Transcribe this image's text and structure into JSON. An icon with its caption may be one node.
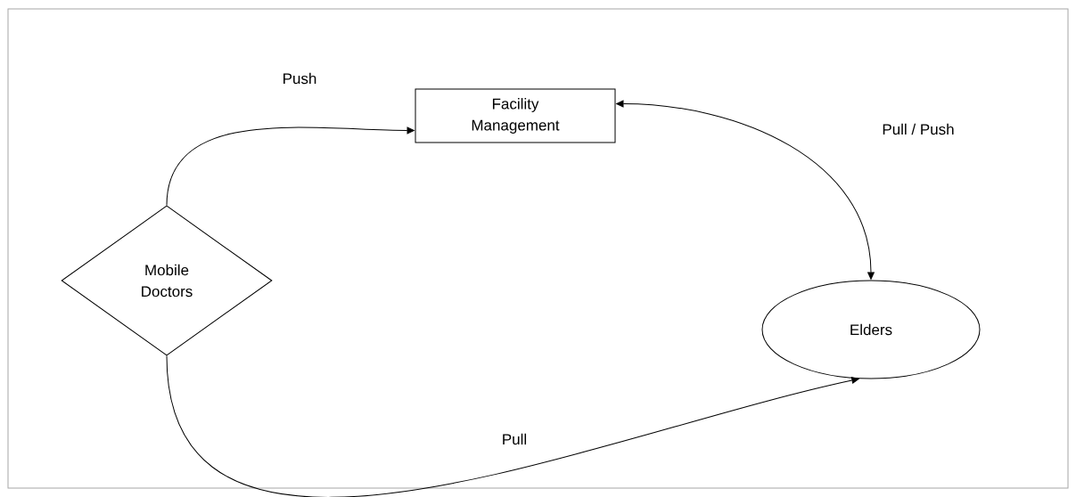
{
  "diagram": {
    "nodes": [
      {
        "text": [
          "Facility Management"
        ]
      },
      {
        "text": [
          "Mobile Doctors"
        ]
      },
      {
        "text": [
          "Elders"
        ]
      }
    ],
    "edges": [
      {
        "from": 1,
        "to": 0,
        "arrow": "to",
        "label": "Push"
      },
      {
        "from": 0,
        "to": 2,
        "arrow": "both",
        "label": "Pull / Push"
      },
      {
        "from": 1,
        "to": 2,
        "arrow": "to",
        "label": "Pull"
      }
    ]
  }
}
